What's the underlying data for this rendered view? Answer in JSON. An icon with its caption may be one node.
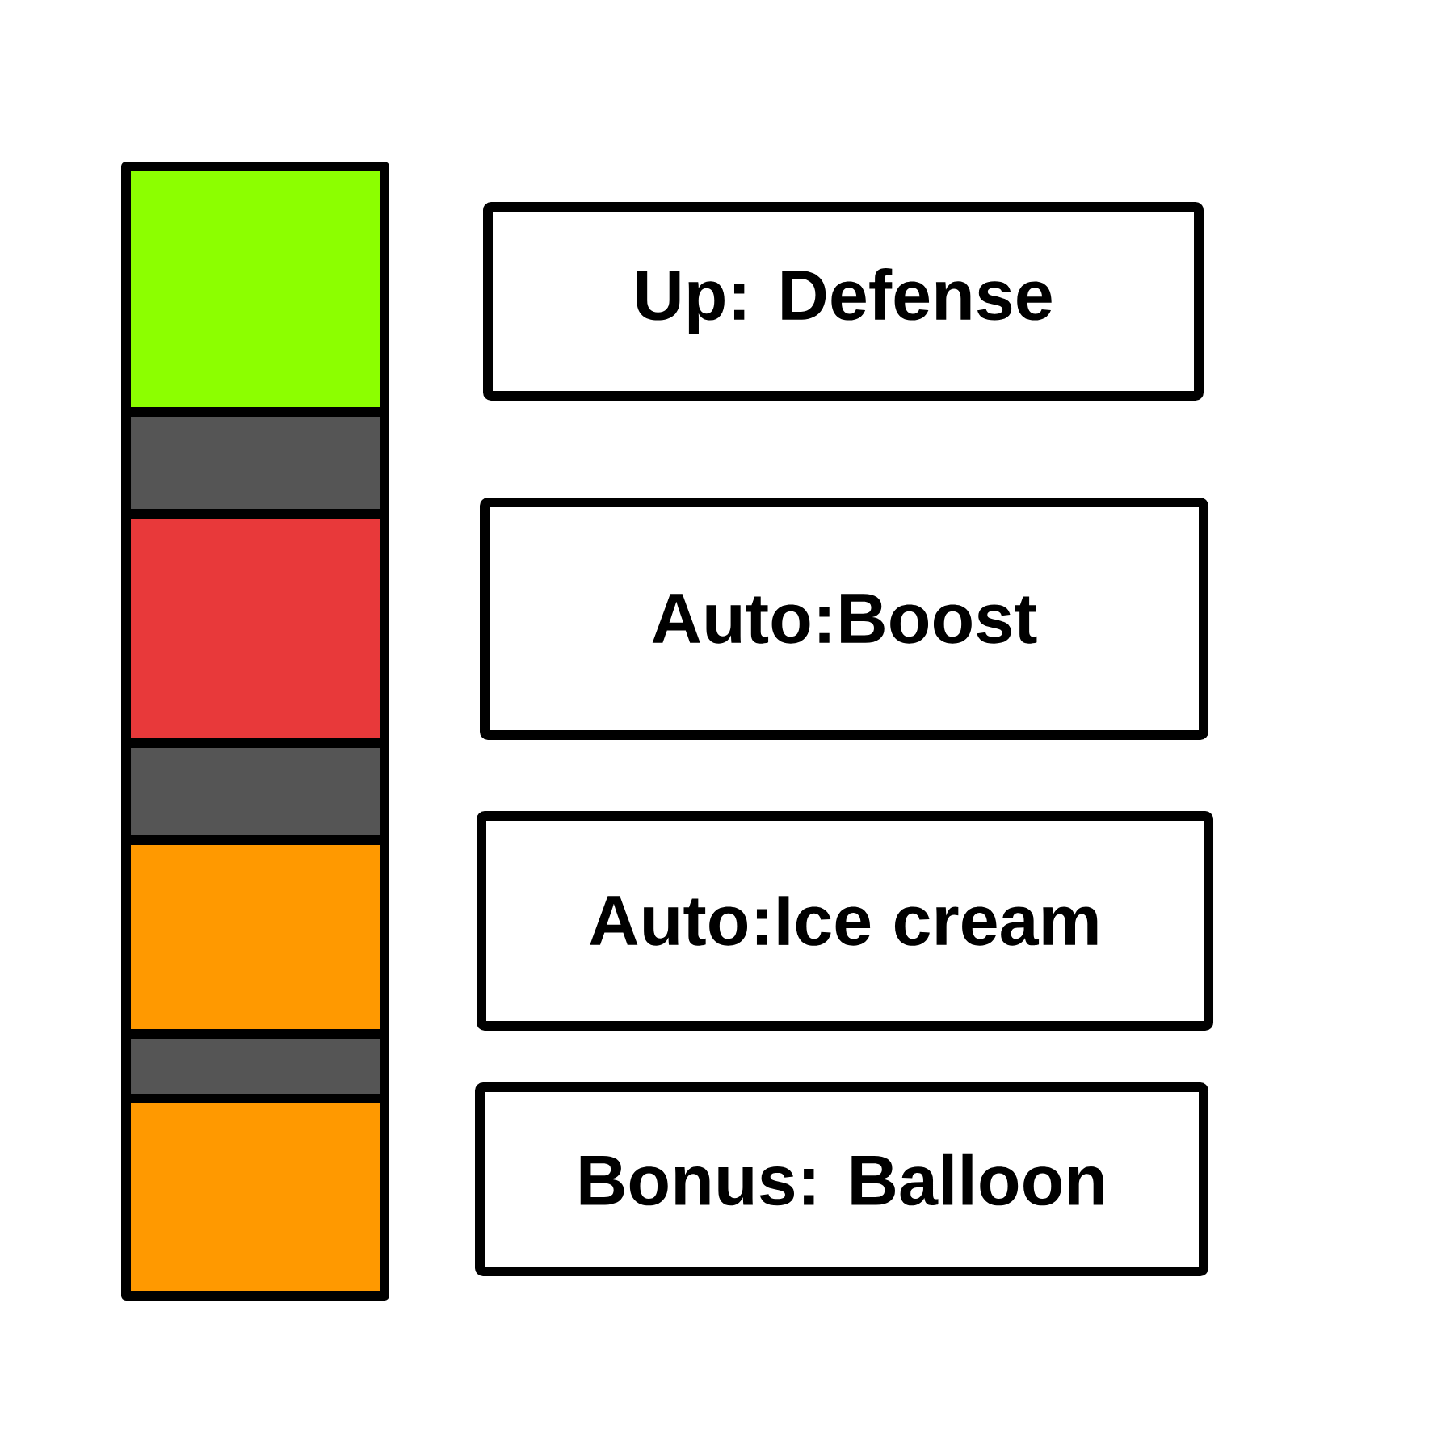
{
  "diagram": {
    "nodes": [
      {
        "text": [
          "Up: Defense"
        ]
      },
      {
        "text": [
          "Auto:Boost"
        ]
      },
      {
        "text": [
          "Auto:Ice cream"
        ]
      },
      {
        "text": [
          "Bonus: Balloon"
        ]
      }
    ]
  }
}
